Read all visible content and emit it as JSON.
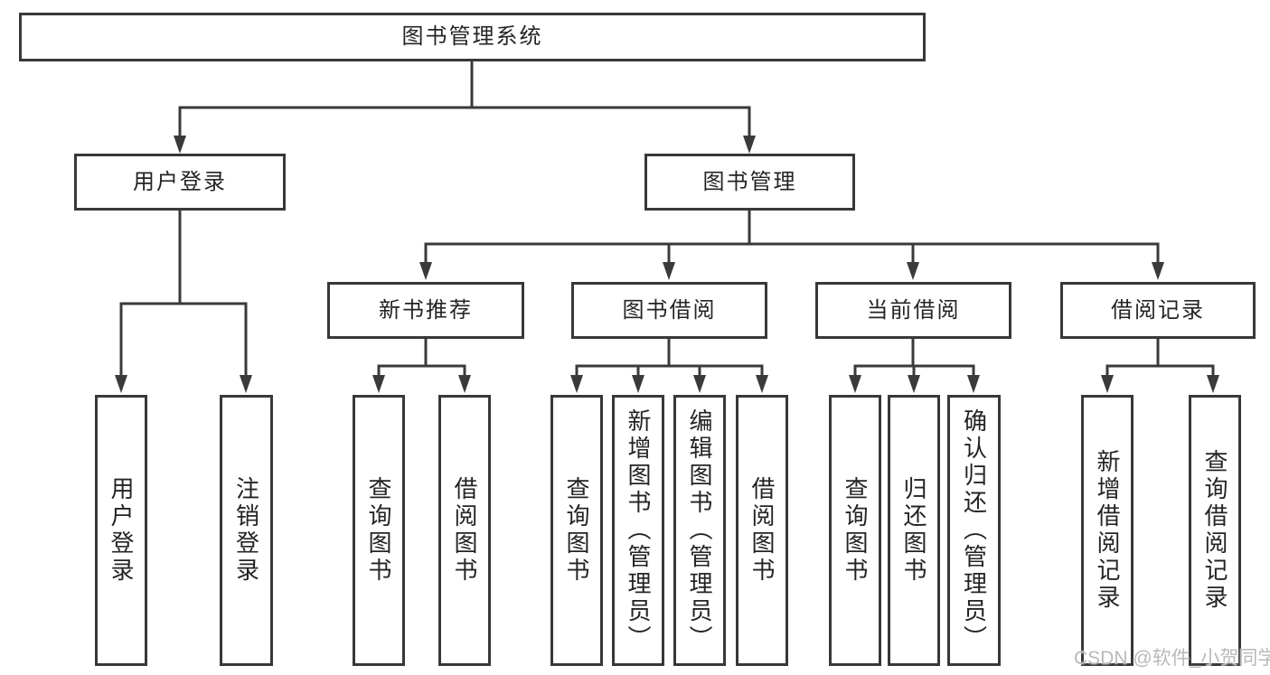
{
  "tree": {
    "root": {
      "label": "图书管理系统"
    },
    "branches": [
      {
        "label": "用户登录",
        "children": [
          {
            "label": "用户登录"
          },
          {
            "label": "注销登录"
          }
        ]
      },
      {
        "label": "图书管理",
        "children": [
          {
            "label": "新书推荐",
            "children": [
              {
                "label": "查询图书"
              },
              {
                "label": "借阅图书"
              }
            ]
          },
          {
            "label": "图书借阅",
            "children": [
              {
                "label": "查询图书"
              },
              {
                "label": "新增图书（管理员）"
              },
              {
                "label": "编辑图书（管理员）"
              },
              {
                "label": "借阅图书"
              }
            ]
          },
          {
            "label": "当前借阅",
            "children": [
              {
                "label": "查询图书"
              },
              {
                "label": "归还图书"
              },
              {
                "label": "确认归还（管理员）"
              }
            ]
          },
          {
            "label": "借阅记录",
            "children": [
              {
                "label": "新增借阅记录"
              },
              {
                "label": "查询借阅记录"
              }
            ]
          }
        ]
      }
    ]
  },
  "watermark": {
    "text": "CSDN @软件_小贺同学"
  },
  "colors": {
    "line": "#3a3a3a",
    "box_border": "#383838",
    "text": "#242424",
    "watermark": "#b9b9b9",
    "background": "#ffffff"
  }
}
